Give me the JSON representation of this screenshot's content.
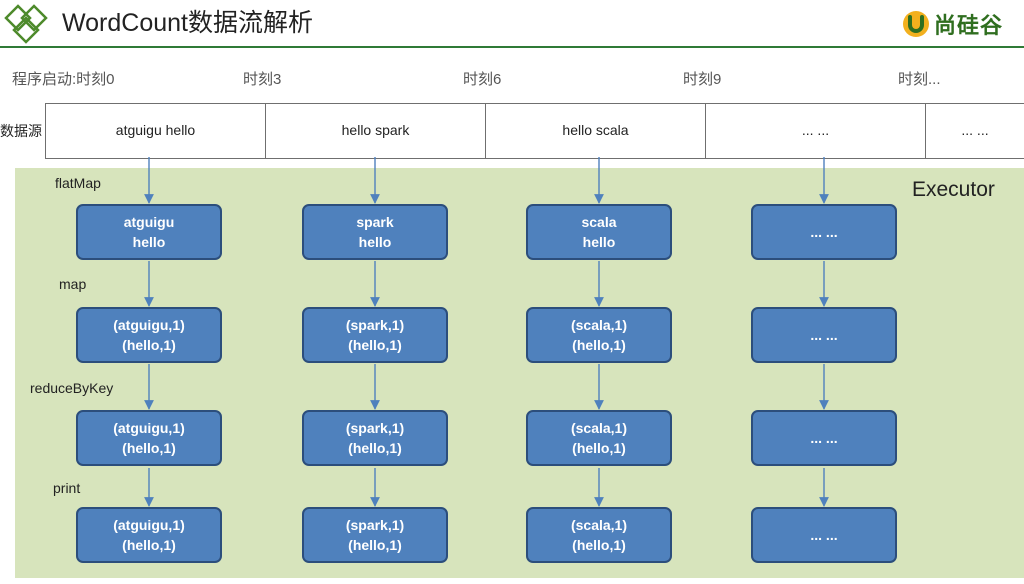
{
  "header": {
    "title": "WordCount数据流解析",
    "brand": "尚硅谷",
    "brand_color": "#2f6e1f",
    "logo": "diamond-logo-icon"
  },
  "times": [
    "程序启动:时刻0",
    "时刻3",
    "时刻6",
    "时刻9",
    "时刻..."
  ],
  "source": {
    "label": "数据源",
    "cells": [
      "atguigu hello",
      "hello spark",
      "hello scala",
      "... ...",
      "... ..."
    ]
  },
  "executor": {
    "label": "Executor",
    "operations": [
      "flatMap",
      "map",
      "reduceByKey",
      "print"
    ],
    "panel_color": "#d7e4bc",
    "box_color": "#4f81bd",
    "columns": [
      {
        "boxes": [
          [
            "atguigu",
            "hello"
          ],
          [
            "(atguigu,1)",
            "(hello,1)"
          ],
          [
            "(atguigu,1)",
            "(hello,1)"
          ],
          [
            "(atguigu,1)",
            "(hello,1)"
          ]
        ]
      },
      {
        "boxes": [
          [
            "spark",
            "hello"
          ],
          [
            "(spark,1)",
            "(hello,1)"
          ],
          [
            "(spark,1)",
            "(hello,1)"
          ],
          [
            "(spark,1)",
            "(hello,1)"
          ]
        ]
      },
      {
        "boxes": [
          [
            "scala",
            "hello"
          ],
          [
            "(scala,1)",
            "(hello,1)"
          ],
          [
            "(scala,1)",
            "(hello,1)"
          ],
          [
            "(scala,1)",
            "(hello,1)"
          ]
        ]
      },
      {
        "boxes": [
          [
            "... ..."
          ],
          [
            "... ..."
          ],
          [
            "... ..."
          ],
          [
            "... ..."
          ]
        ]
      }
    ]
  }
}
